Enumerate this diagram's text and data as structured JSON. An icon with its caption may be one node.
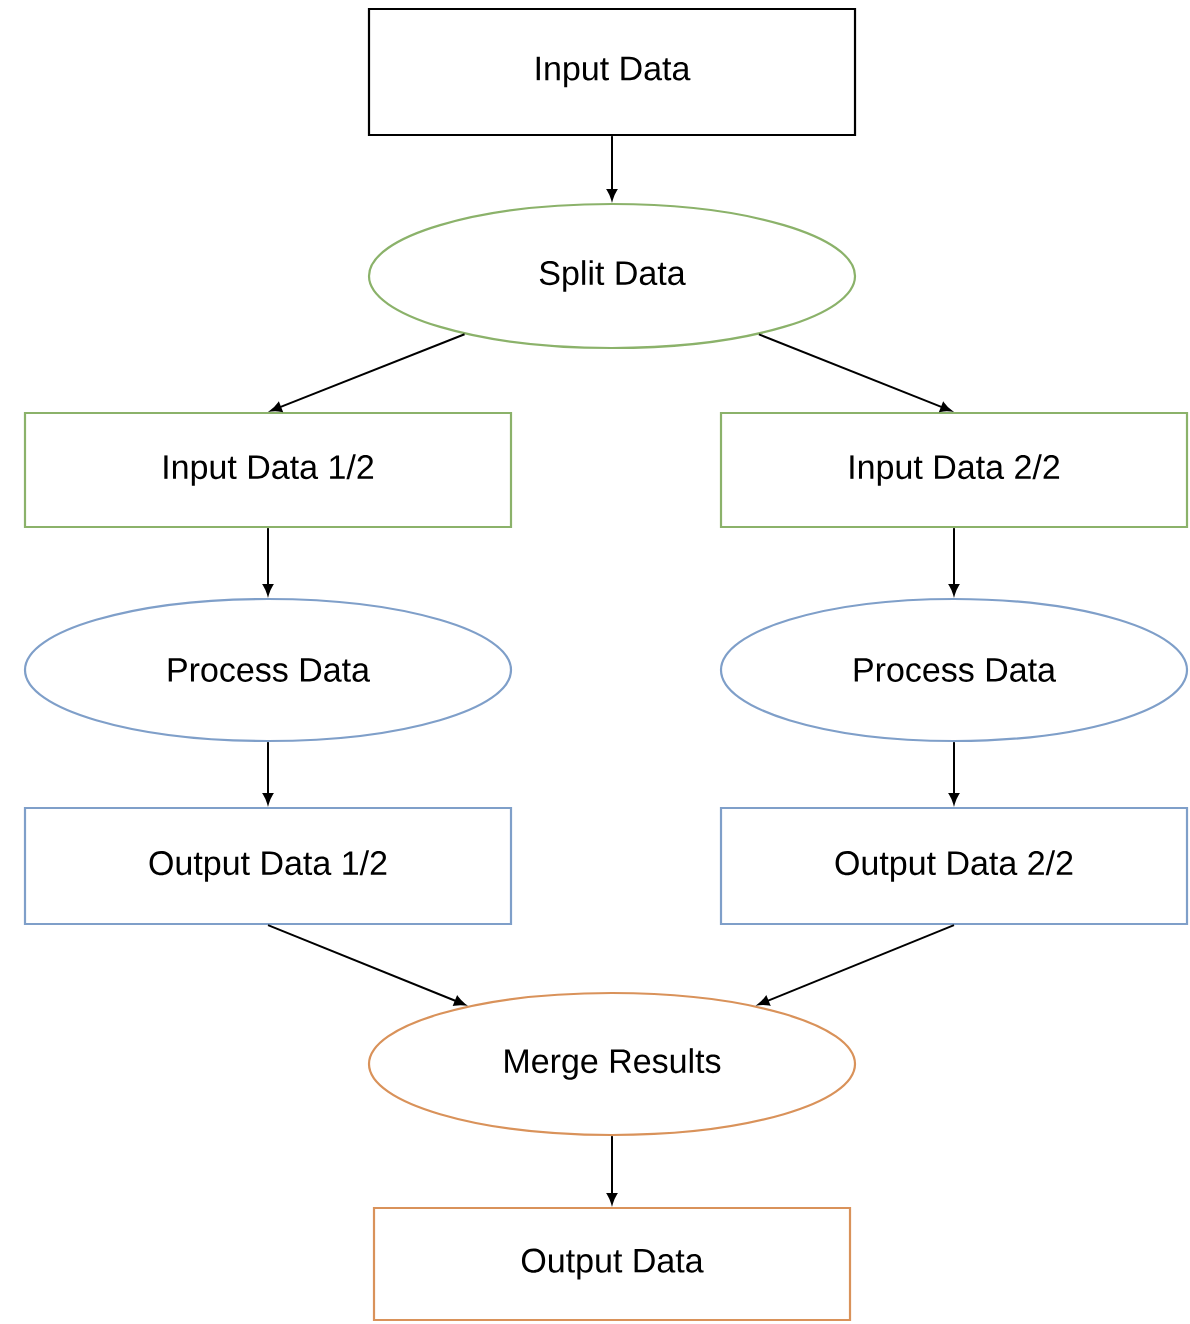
{
  "diagram": {
    "nodes": [
      {
        "text": [
          "Input Data"
        ]
      },
      {
        "text": [
          "Split Data"
        ]
      },
      {
        "text": [
          "Input Data 1/2"
        ]
      },
      {
        "text": [
          "Input Data 2/2"
        ]
      },
      {
        "text": [
          "Process Data"
        ]
      },
      {
        "text": [
          "Process Data"
        ]
      },
      {
        "text": [
          "Output Data 1/2"
        ]
      },
      {
        "text": [
          "Output Data 2/2"
        ]
      },
      {
        "text": [
          "Merge Results"
        ]
      },
      {
        "text": [
          "Output Data"
        ]
      }
    ],
    "edges": [
      {
        "from": 0,
        "to": 1,
        "arrow": "to"
      },
      {
        "from": 1,
        "to": 2,
        "arrow": "to"
      },
      {
        "from": 1,
        "to": 3,
        "arrow": "to"
      },
      {
        "from": 2,
        "to": 4,
        "arrow": "to"
      },
      {
        "from": 3,
        "to": 5,
        "arrow": "to"
      },
      {
        "from": 4,
        "to": 6,
        "arrow": "to"
      },
      {
        "from": 5,
        "to": 7,
        "arrow": "to"
      },
      {
        "from": 6,
        "to": 8,
        "arrow": "to"
      },
      {
        "from": 7,
        "to": 8,
        "arrow": "to"
      },
      {
        "from": 8,
        "to": 9,
        "arrow": "to"
      }
    ]
  }
}
